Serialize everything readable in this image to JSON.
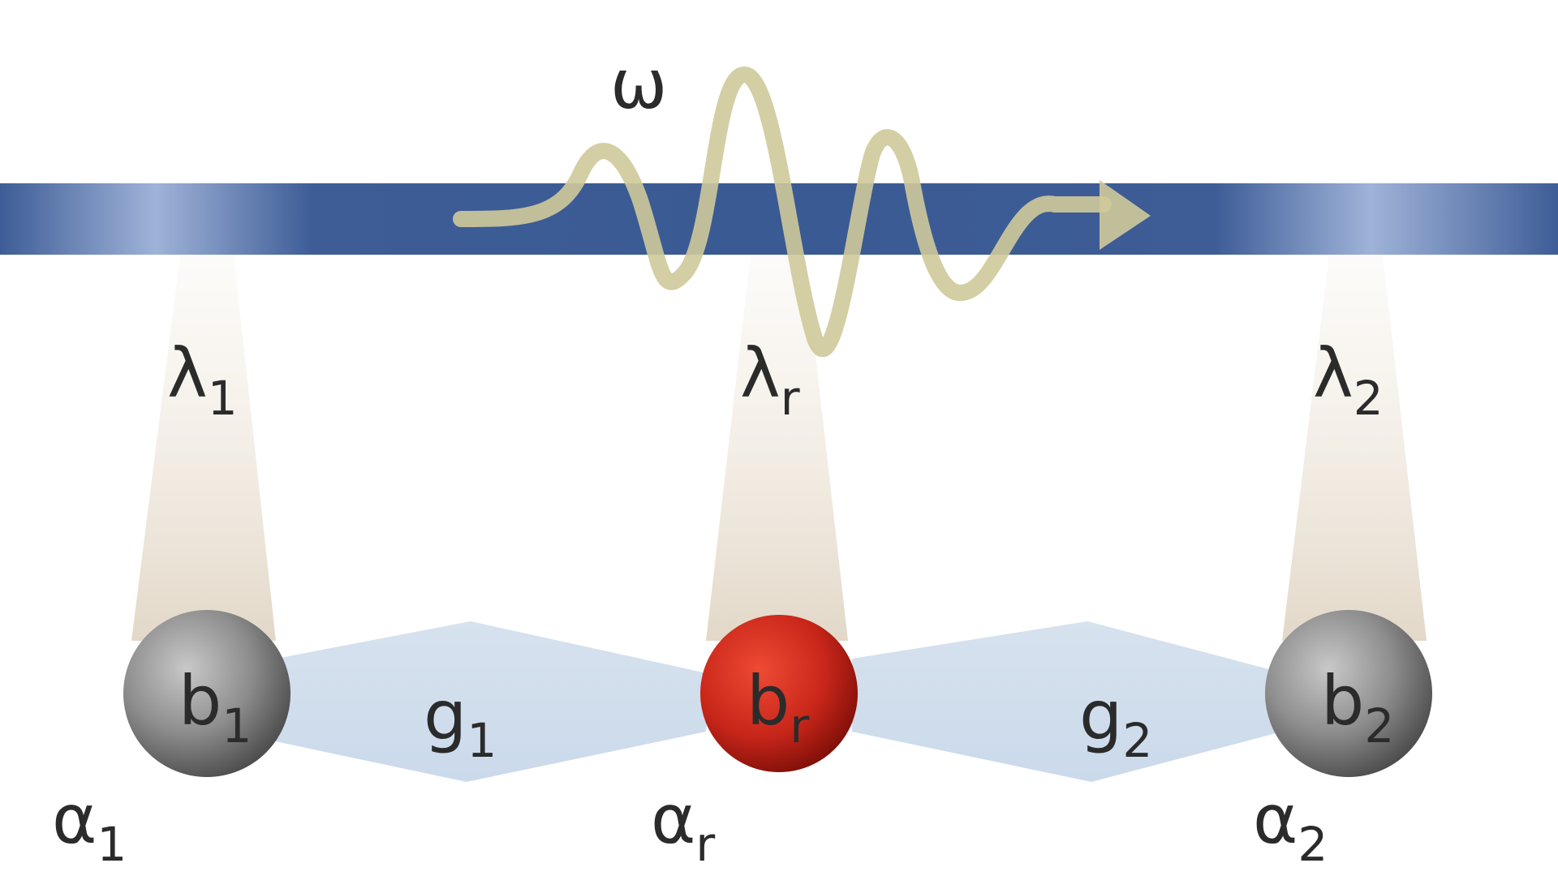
{
  "diagram": {
    "waveguide": {
      "color": "#3f5f98",
      "highlight": "#9fb3d8"
    },
    "photon": {
      "label": "ω",
      "color": "#cfc99a"
    },
    "bosons": [
      {
        "id": "b1",
        "base": "b",
        "sub": "1",
        "color": "#8a8a8a"
      },
      {
        "id": "br",
        "base": "b",
        "sub": "r",
        "color": "#c8261a"
      },
      {
        "id": "b2",
        "base": "b",
        "sub": "2",
        "color": "#8a8a8a"
      }
    ],
    "couplings_to_waveguide": [
      {
        "base": "λ",
        "sub": "1"
      },
      {
        "base": "λ",
        "sub": "r"
      },
      {
        "base": "λ",
        "sub": "2"
      }
    ],
    "inter_boson_couplings": [
      {
        "base": "g",
        "sub": "1"
      },
      {
        "base": "g",
        "sub": "2"
      }
    ],
    "dissipation_labels": [
      {
        "base": "α",
        "sub": "1"
      },
      {
        "base": "α",
        "sub": "r"
      },
      {
        "base": "α",
        "sub": "2"
      }
    ]
  }
}
